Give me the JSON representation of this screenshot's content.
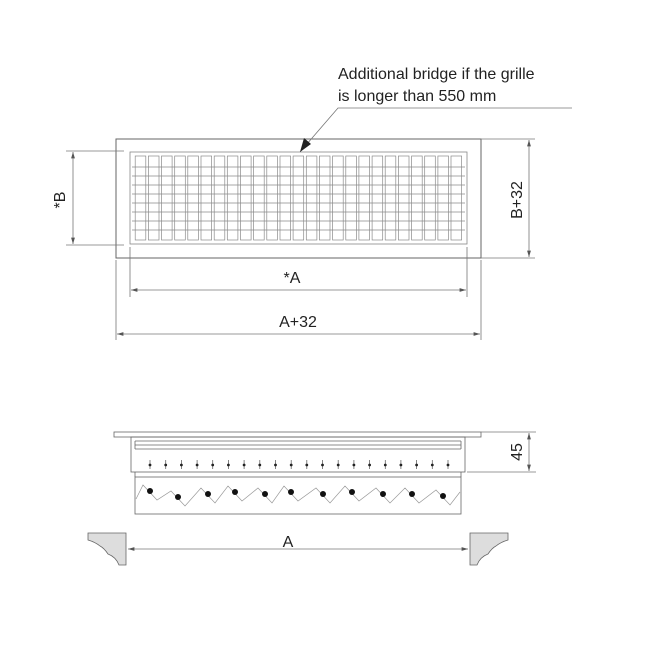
{
  "annotation": {
    "line1": "Additional bridge if the grille",
    "line2": "is longer than 550 mm"
  },
  "dimensions": {
    "inner_height": "*B",
    "outer_height": "B+32",
    "inner_width": "*A",
    "outer_width": "A+32",
    "depth": "45",
    "opening_width": "A"
  },
  "colors": {
    "line": "#555555",
    "dim": "#666666",
    "text": "#222222"
  }
}
